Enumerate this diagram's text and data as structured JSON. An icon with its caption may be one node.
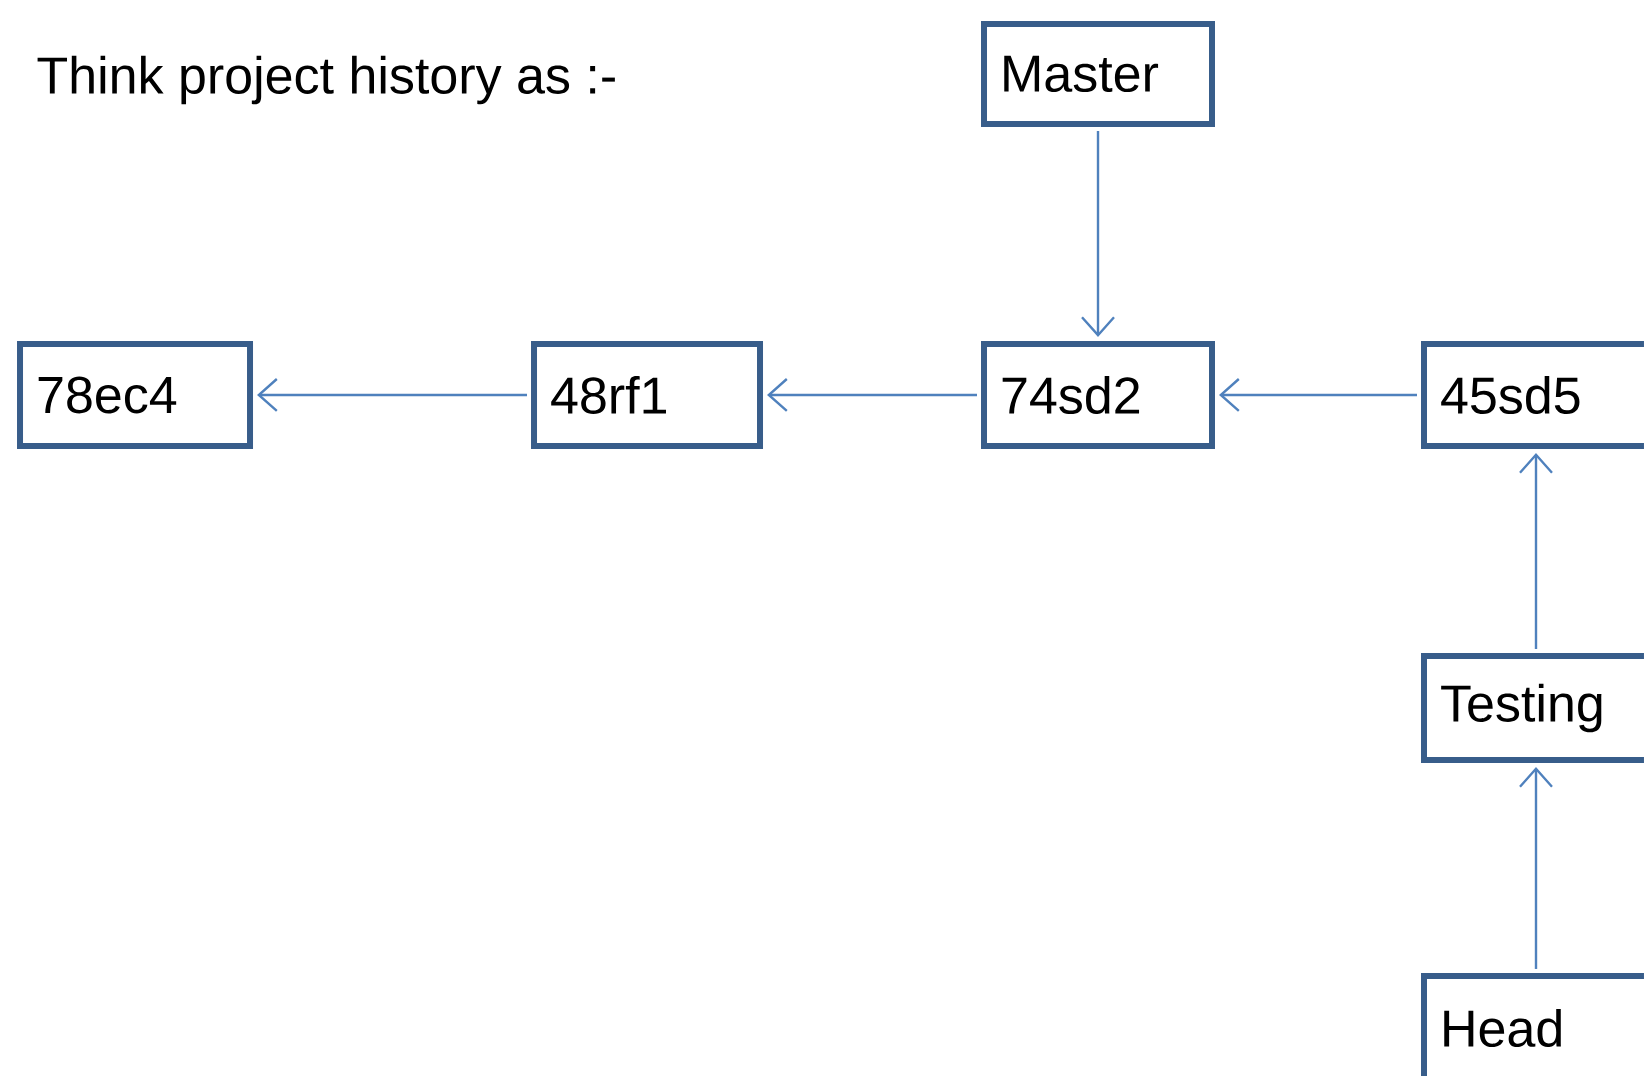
{
  "diagram": {
    "nodes": [
      {
        "text": [
          "Master"
        ]
      },
      {
        "text": [
          "78ec4"
        ]
      },
      {
        "text": [
          "48rf1"
        ]
      },
      {
        "text": [
          "74sd2"
        ]
      },
      {
        "text": [
          "45sd5"
        ]
      },
      {
        "text": [
          "Testing"
        ]
      },
      {
        "text": [
          "Head"
        ]
      }
    ],
    "edges": [
      {
        "from": 0,
        "to": 3,
        "arrow": "to"
      },
      {
        "from": 2,
        "to": 1,
        "arrow": "to"
      },
      {
        "from": 3,
        "to": 2,
        "arrow": "to"
      },
      {
        "from": 4,
        "to": 3,
        "arrow": "to"
      },
      {
        "from": 5,
        "to": 4,
        "arrow": "to"
      },
      {
        "from": 6,
        "to": 5,
        "arrow": "to"
      }
    ],
    "labels": [
      "Think project history as :-"
    ]
  }
}
